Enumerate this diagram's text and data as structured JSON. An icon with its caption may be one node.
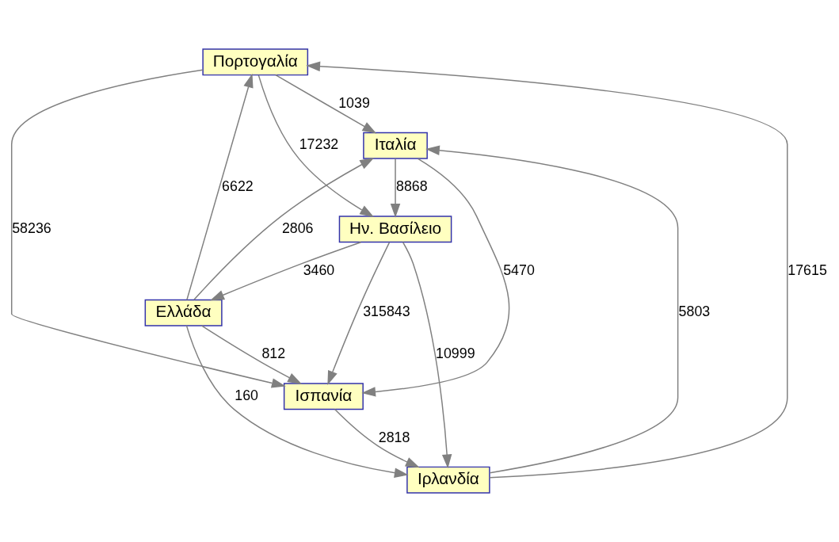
{
  "diagram": {
    "nodes": [
      {
        "text": [
          "Πορτογαλία"
        ]
      },
      {
        "text": [
          "Ιταλία"
        ]
      },
      {
        "text": [
          "Ην. Βασίλειο"
        ]
      },
      {
        "text": [
          "Ελλάδα"
        ]
      },
      {
        "text": [
          "Ισπανία"
        ]
      },
      {
        "text": [
          "Ιρλανδία"
        ]
      }
    ],
    "edges": [
      {
        "from": 0,
        "to": 1,
        "arrow": "to",
        "label": "1039"
      },
      {
        "from": 0,
        "to": 2,
        "arrow": "to",
        "label": "17232"
      },
      {
        "from": 0,
        "to": 4,
        "arrow": "to",
        "label": "58236"
      },
      {
        "from": 1,
        "to": 2,
        "arrow": "to",
        "label": "8868"
      },
      {
        "from": 1,
        "to": 4,
        "arrow": "to",
        "label": "5470"
      },
      {
        "from": 2,
        "to": 3,
        "arrow": "to",
        "label": "3460"
      },
      {
        "from": 2,
        "to": 4,
        "arrow": "to",
        "label": "315843"
      },
      {
        "from": 2,
        "to": 5,
        "arrow": "to",
        "label": "10999"
      },
      {
        "from": 3,
        "to": 1,
        "arrow": "to",
        "label": "2806"
      },
      {
        "from": 3,
        "to": 0,
        "arrow": "to",
        "label": "6622"
      },
      {
        "from": 3,
        "to": 4,
        "arrow": "to",
        "label": "812"
      },
      {
        "from": 3,
        "to": 5,
        "arrow": "to",
        "label": "160"
      },
      {
        "from": 4,
        "to": 5,
        "arrow": "to",
        "label": "2818"
      },
      {
        "from": 5,
        "to": 1,
        "arrow": "to",
        "label": "5803"
      },
      {
        "from": 5,
        "to": 0,
        "arrow": "to",
        "label": "17615"
      }
    ]
  }
}
